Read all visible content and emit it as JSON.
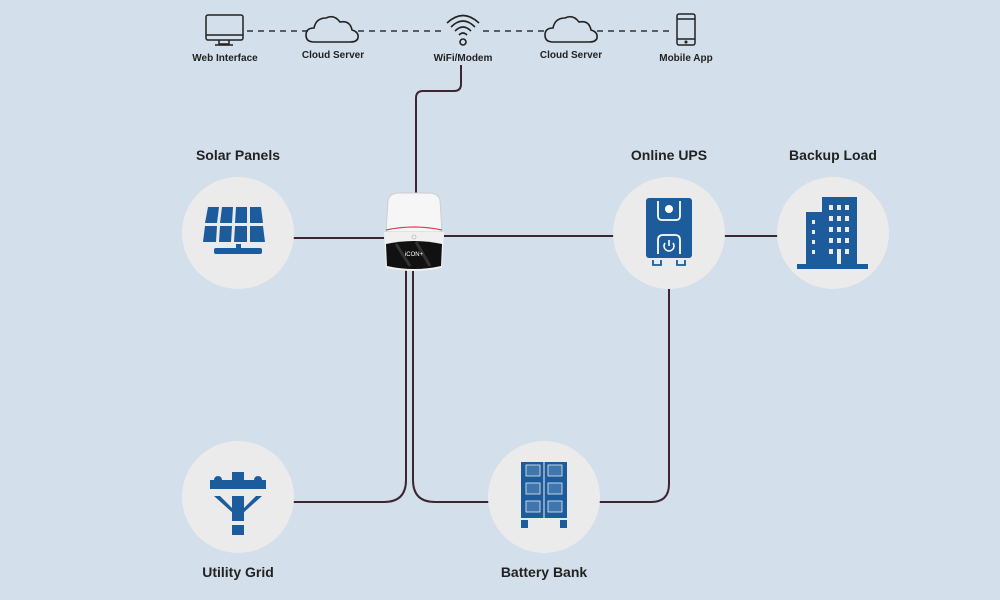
{
  "network": {
    "web_interface": "Web Interface",
    "cloud_server_left": "Cloud Server",
    "wifi_modem": "WiFi/Modem",
    "cloud_server_right": "Cloud Server",
    "mobile_app": "Mobile App"
  },
  "nodes": {
    "solar": "Solar Panels",
    "ups": "Online UPS",
    "backup": "Backup Load",
    "grid": "Utility Grid",
    "battery": "Battery Bank"
  },
  "device": {
    "label": "iCON+"
  },
  "colors": {
    "background": "#d3dfea",
    "circle": "#ebebeb",
    "icon_blue": "#1c5c9c",
    "wire": "#3e2630",
    "device_accent": "#d9415a"
  }
}
